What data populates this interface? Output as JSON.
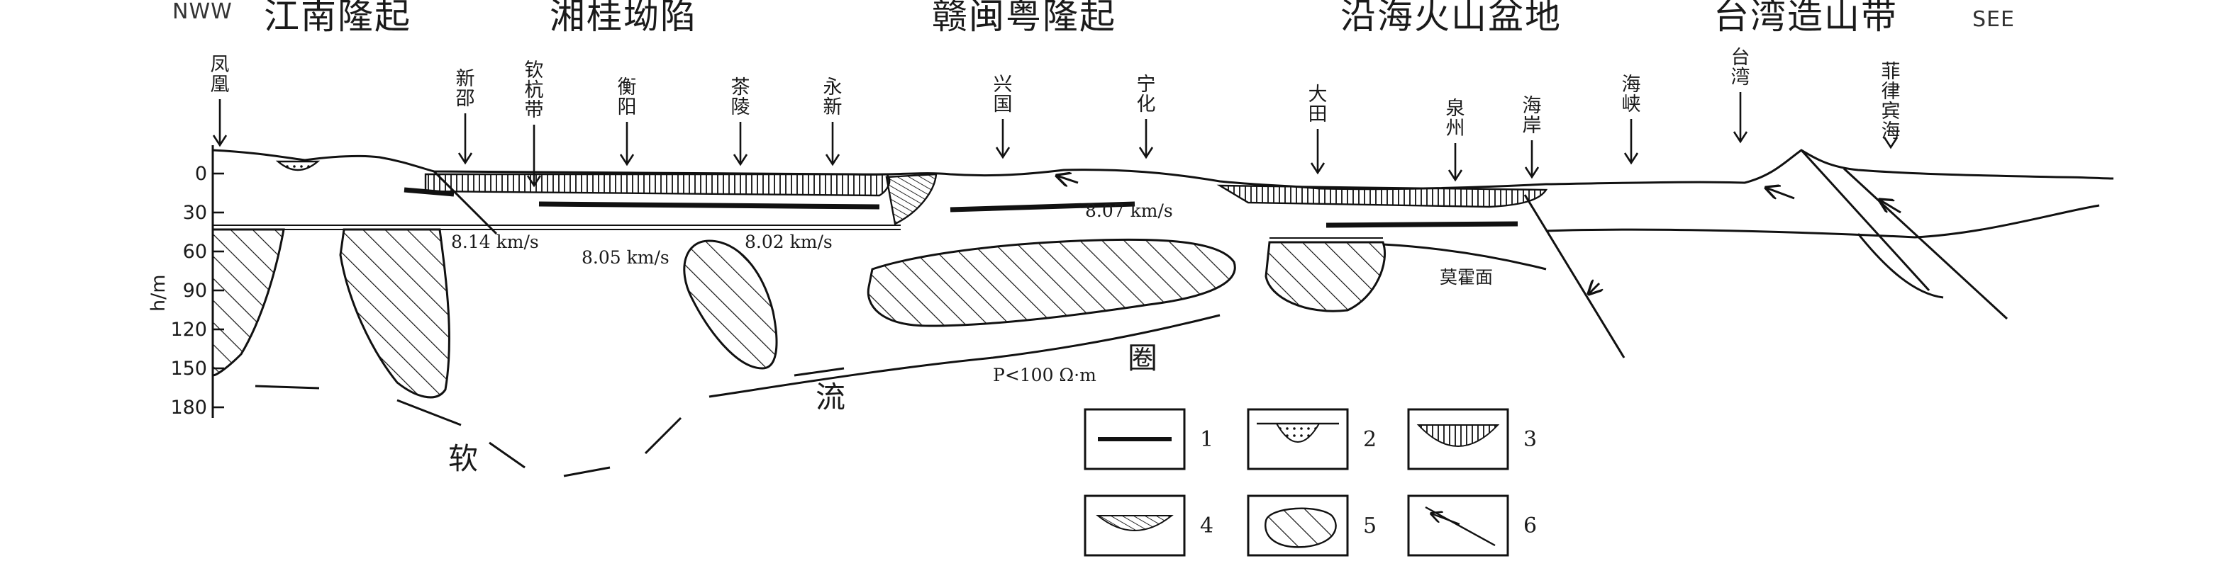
{
  "header": {
    "left_direction": "NWW",
    "right_direction": "SEE",
    "regions": [
      "江南隆起",
      "湘桂坳陷",
      "赣闽粤隆起",
      "沿海火山盆地",
      "台湾造山带"
    ]
  },
  "places": [
    {
      "id": "fenghuang",
      "label": "凤凰"
    },
    {
      "id": "xinshao",
      "label": "新邵"
    },
    {
      "id": "qinhang",
      "label": "钦杭带"
    },
    {
      "id": "hengyang",
      "label": "衡阳"
    },
    {
      "id": "chaling",
      "label": "茶陵"
    },
    {
      "id": "yongxin",
      "label": "永新"
    },
    {
      "id": "xingguo",
      "label": "兴国"
    },
    {
      "id": "ninghua",
      "label": "宁化"
    },
    {
      "id": "datian",
      "label": "大田"
    },
    {
      "id": "quanzhou",
      "label": "泉州"
    },
    {
      "id": "haian",
      "label": "海岸"
    },
    {
      "id": "haixia",
      "label": "海峡"
    },
    {
      "id": "taiwan",
      "label": "台湾"
    },
    {
      "id": "philippine",
      "label": "菲律宾海"
    }
  ],
  "axis": {
    "label": "h/m",
    "ticks": [
      "0",
      "30",
      "60",
      "90",
      "120",
      "150",
      "180"
    ]
  },
  "annotations": {
    "velocities": [
      "8.14 km/s",
      "8.05 km/s",
      "8.02 km/s",
      "8.07 km/s"
    ],
    "moho": "莫霍面",
    "resistivity": "P<100 Ω·m",
    "soft_flow_ring": [
      "软",
      "流",
      "圈"
    ]
  },
  "legend": [
    "1",
    "2",
    "3",
    "4",
    "5",
    "6"
  ]
}
